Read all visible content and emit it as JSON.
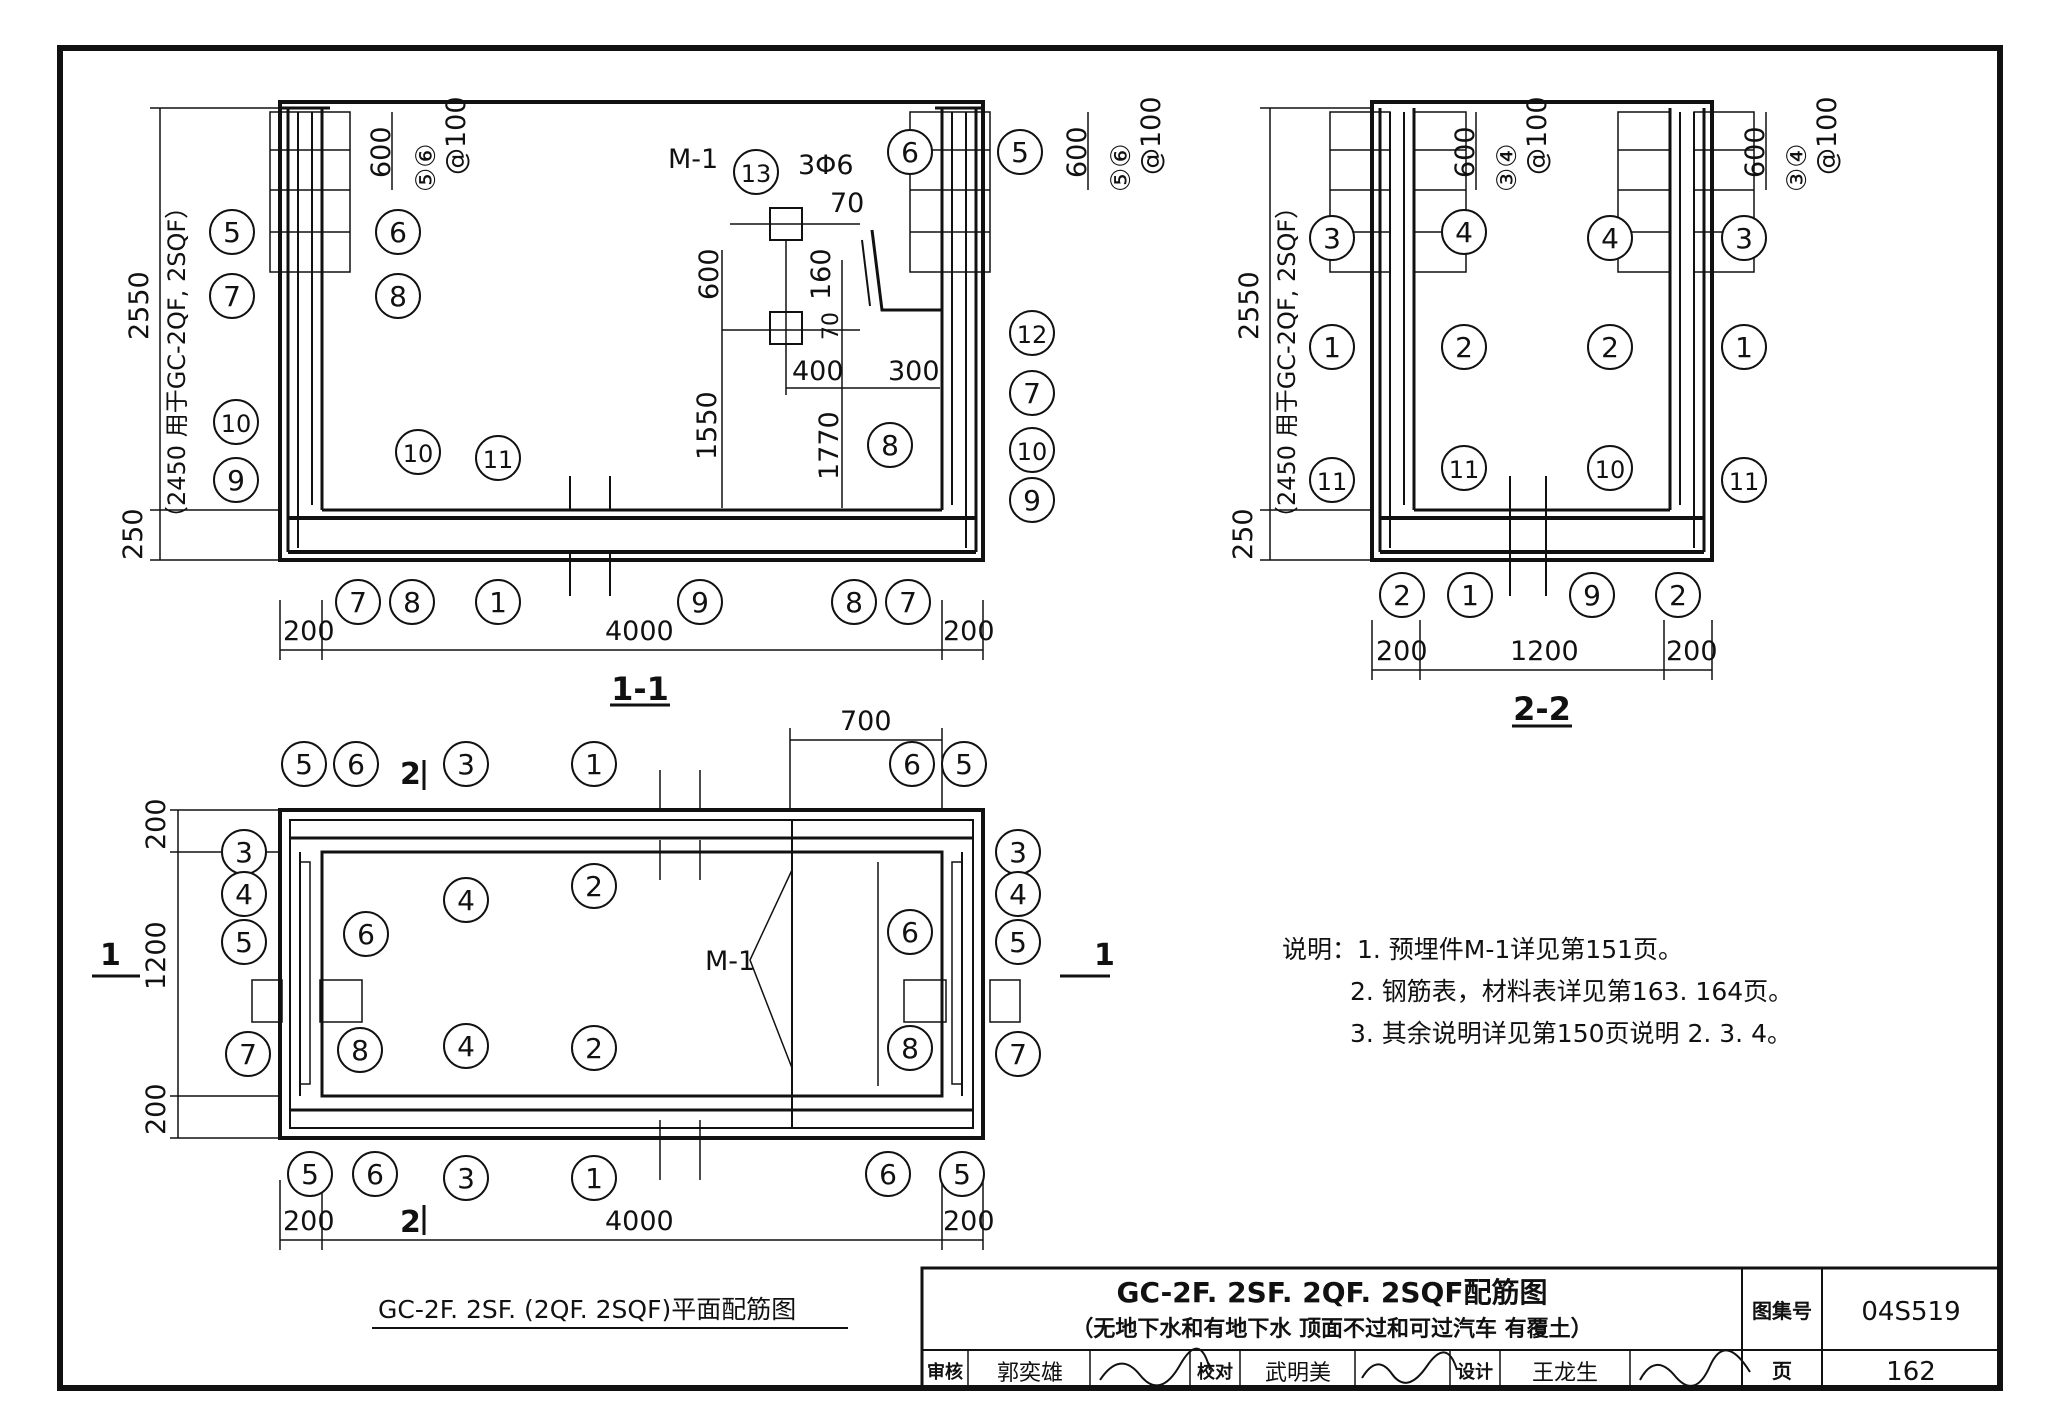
{
  "sheet": {
    "atlas_label": "图集号",
    "atlas_no": "04S519",
    "page_label": "页",
    "page_no": "162",
    "title": "GC-2F. 2SF. 2QF. 2SQF配筋图",
    "subtitle": "（无地下水和有地下水  顶面不过和可过汽车  有覆土）",
    "review_label": "审核",
    "reviewer": "郭奕雄",
    "check_label": "校对",
    "checker": "武明美",
    "design_label": "设计",
    "designer": "王龙生"
  },
  "notes": {
    "heading": "说明：1. 预埋件M-1详见第151页。",
    "line2": "2. 钢筋表，材料表详见第163. 164页。",
    "line3": "3. 其余说明详见第150页说明 2. 3. 4。"
  },
  "section_1_1": {
    "label": "1-1",
    "height": "2550",
    "height_alt": "（2450 用于GC-2QF, 2SQF）",
    "base": "250",
    "width": "4000",
    "side": "200",
    "top_len": "600",
    "spacing_pair": "⑤⑥",
    "spacing": "@100",
    "embed_label": "M-1",
    "bar_3phi6": "3Φ6",
    "d70": "70",
    "d160": "160",
    "d70b": "70",
    "d600": "600",
    "d400": "400",
    "d300": "300",
    "d1550": "1550",
    "d1770": "1770"
  },
  "section_2_2": {
    "label": "2-2",
    "height": "2550",
    "height_alt": "（2450 用于GC-2QF, 2SQF）",
    "base": "250",
    "width": "1200",
    "side": "200",
    "top_len": "600",
    "spacing_pair": "③④",
    "spacing": "@100"
  },
  "plan": {
    "caption": "GC-2F. 2SF. (2QF. 2SQF)平面配筋图",
    "width": "4000",
    "height": "1200",
    "side": "200",
    "d700": "700",
    "embed_label": "M-1",
    "cut1": "1",
    "cut2": "2"
  }
}
